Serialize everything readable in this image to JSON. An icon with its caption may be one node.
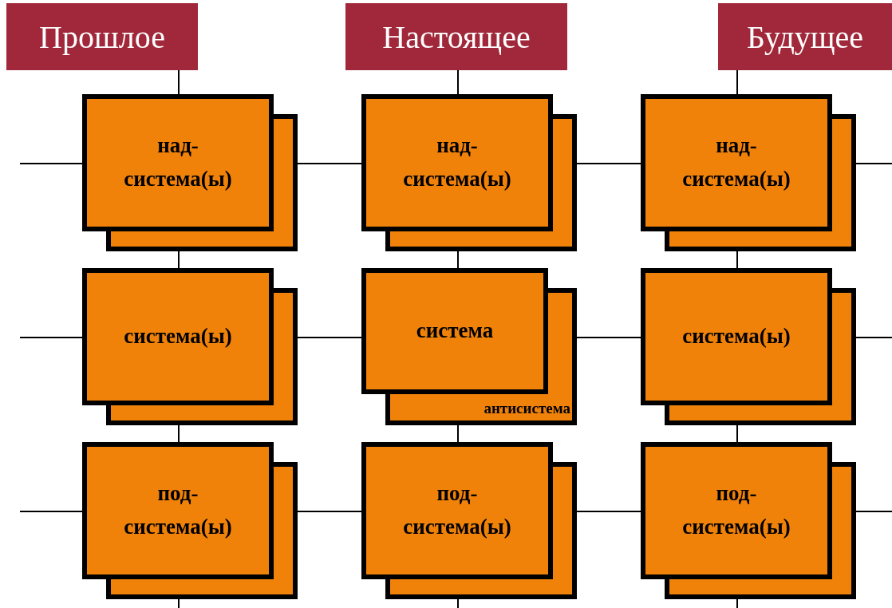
{
  "diagram": {
    "nodes": [
      {
        "text": [
          "Прошлое"
        ]
      },
      {
        "text": [
          "Настоящее"
        ]
      },
      {
        "text": [
          "Будущее"
        ]
      },
      {
        "text": [
          "над- система(ы)"
        ]
      },
      {
        "text": [
          "над- система(ы)"
        ]
      },
      {
        "text": [
          "над- система(ы)"
        ]
      },
      {
        "text": [
          "система(ы)"
        ]
      },
      {
        "text": [
          "система",
          "антисистема"
        ]
      },
      {
        "text": [
          "система(ы)"
        ]
      },
      {
        "text": [
          "под- система(ы)"
        ]
      },
      {
        "text": [
          "под- система(ы)"
        ]
      },
      {
        "text": [
          "под- система(ы)"
        ]
      }
    ],
    "edges": [
      {
        "from": 0,
        "to": 3,
        "arrow": "none"
      },
      {
        "from": 3,
        "to": 6,
        "arrow": "none"
      },
      {
        "from": 6,
        "to": 9,
        "arrow": "none"
      },
      {
        "from": 9,
        "to": null,
        "arrow": "none"
      },
      {
        "from": 1,
        "to": 4,
        "arrow": "none"
      },
      {
        "from": 4,
        "to": 7,
        "arrow": "none"
      },
      {
        "from": 7,
        "to": 10,
        "arrow": "none"
      },
      {
        "from": 10,
        "to": null,
        "arrow": "none"
      },
      {
        "from": 2,
        "to": 5,
        "arrow": "none"
      },
      {
        "from": 5,
        "to": 8,
        "arrow": "none"
      },
      {
        "from": 8,
        "to": 11,
        "arrow": "none"
      },
      {
        "from": 11,
        "to": null,
        "arrow": "none"
      },
      {
        "from": null,
        "to": 3,
        "arrow": "none"
      },
      {
        "from": 3,
        "to": 4,
        "arrow": "none"
      },
      {
        "from": 4,
        "to": 5,
        "arrow": "none"
      },
      {
        "from": 5,
        "to": null,
        "arrow": "none"
      },
      {
        "from": null,
        "to": 6,
        "arrow": "none"
      },
      {
        "from": 6,
        "to": 7,
        "arrow": "none"
      },
      {
        "from": 7,
        "to": 8,
        "arrow": "none"
      },
      {
        "from": 8,
        "to": null,
        "arrow": "none"
      },
      {
        "from": null,
        "to": 9,
        "arrow": "none"
      },
      {
        "from": 9,
        "to": 10,
        "arrow": "none"
      },
      {
        "from": 10,
        "to": 11,
        "arrow": "none"
      },
      {
        "from": 11,
        "to": null,
        "arrow": "none"
      }
    ]
  }
}
